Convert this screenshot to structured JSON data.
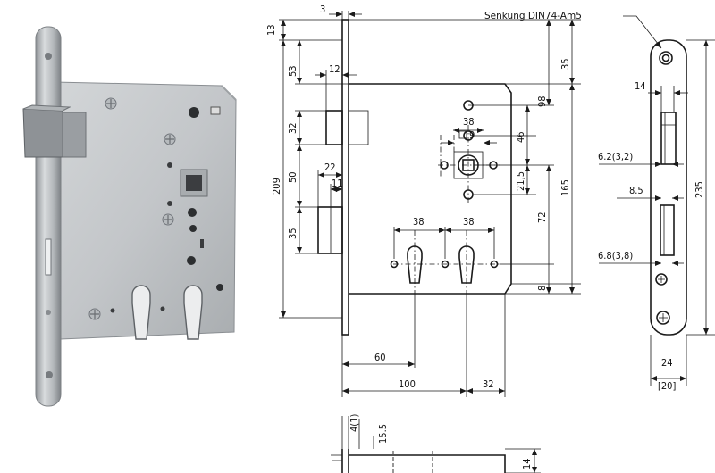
{
  "note": {
    "countersink": "Senkung DIN74-Am5"
  },
  "dims": {
    "d3": "3",
    "d13": "13",
    "d12": "12",
    "d53": "53",
    "d35top": "35",
    "d98": "98",
    "d38top": "38",
    "d9": "9",
    "d46": "46",
    "d32": "32",
    "d22": "22",
    "d11": "11",
    "d21_5": "21,5",
    "d50": "50",
    "d209": "209",
    "d165": "165",
    "d72": "72",
    "d35low": "35",
    "d38a": "38",
    "d38b": "38",
    "d8": "8",
    "d60": "60",
    "d100": "100",
    "d32b": "32",
    "d14": "14",
    "d6_2": "6.2(3,2)",
    "d8_5": "8.5",
    "d6_8": "6.8(3,8)",
    "d235": "235",
    "d24": "24",
    "d20": "[20]",
    "d4": "4(1)",
    "d15_5": "15.5",
    "d14b": "14"
  },
  "colors": {
    "line": "#1a1a1a",
    "metal": "#c9ccce",
    "shadow": "#8c9094"
  }
}
